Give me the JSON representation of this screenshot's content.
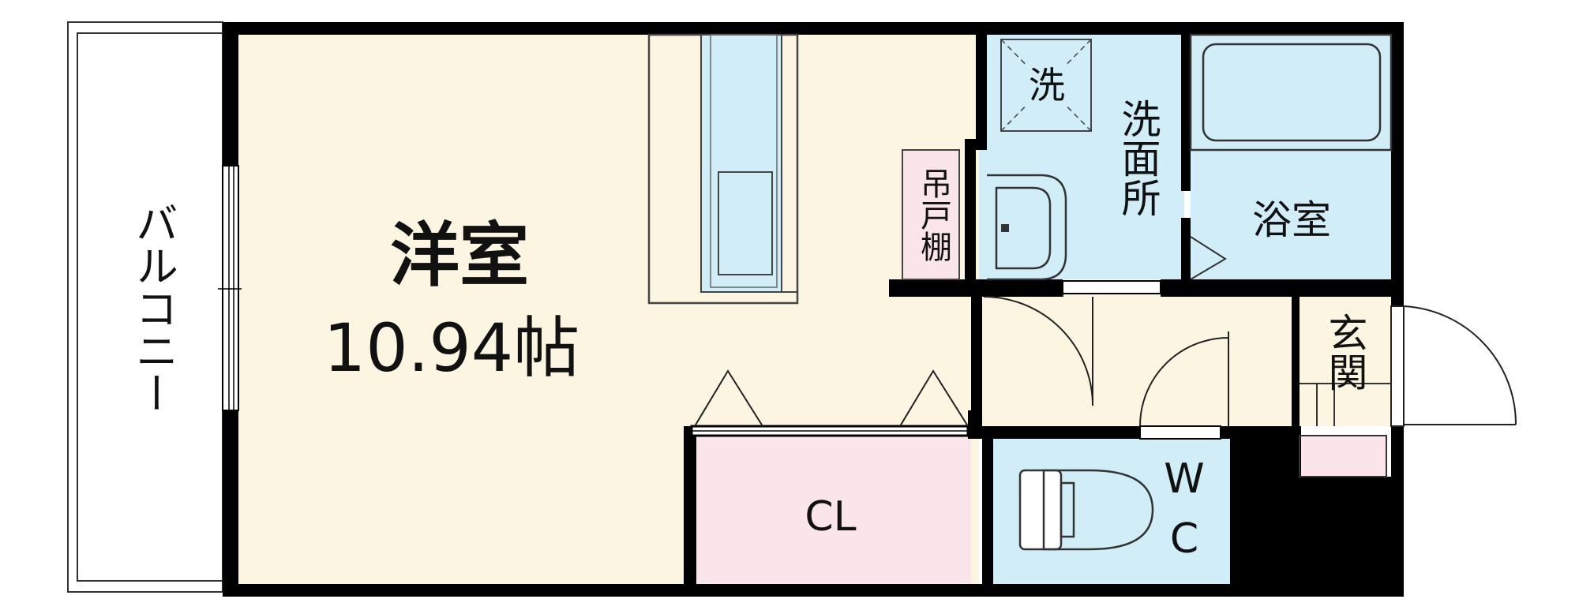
{
  "colors": {
    "wall": "#000000",
    "room_beige": "#FCF5E1",
    "wet_blue": "#D1EEF8",
    "storage_pink": "#FAE5EA",
    "balcony": "#FFFFFF",
    "label": "#111111"
  },
  "rooms": {
    "western_room": {
      "name": "洋室",
      "size": "10.94帖"
    },
    "balcony": {
      "name": "バルコニー"
    },
    "closet": {
      "name": "CL"
    },
    "hanging_cupboard": {
      "name": "吊戸棚"
    },
    "washroom": {
      "name": "洗面所"
    },
    "washer_mark": {
      "name": "洗"
    },
    "bathroom": {
      "name": "浴室"
    },
    "entrance": {
      "name": "玄関"
    },
    "toilet": {
      "line1": "W",
      "line2": "C"
    }
  },
  "icons": {
    "kitchen": "kitchen-counter-icon",
    "sink": "wash-basin-icon",
    "bathtub": "bathtub-icon",
    "toilet": "toilet-icon",
    "washer": "washing-machine-pan-icon",
    "door": "door-swing-icon",
    "window": "window-icon"
  }
}
